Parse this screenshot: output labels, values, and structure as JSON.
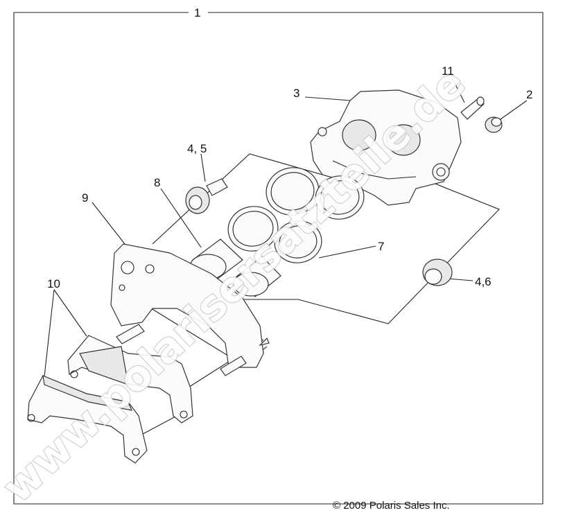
{
  "diagram": {
    "callouts": {
      "assembly": "1",
      "bleeder_cap": "2",
      "caliper_body": "3",
      "pin_boot_a": "4, 5",
      "pin_boot_b": "4,6",
      "piston_seal": "7",
      "piston": "8",
      "bracket": "9",
      "brake_pads": "10",
      "bleeder_screw": "11"
    },
    "copyright": "© 2009 Polaris Sales Inc.",
    "watermark": "www.polarisersatzteile.de"
  }
}
